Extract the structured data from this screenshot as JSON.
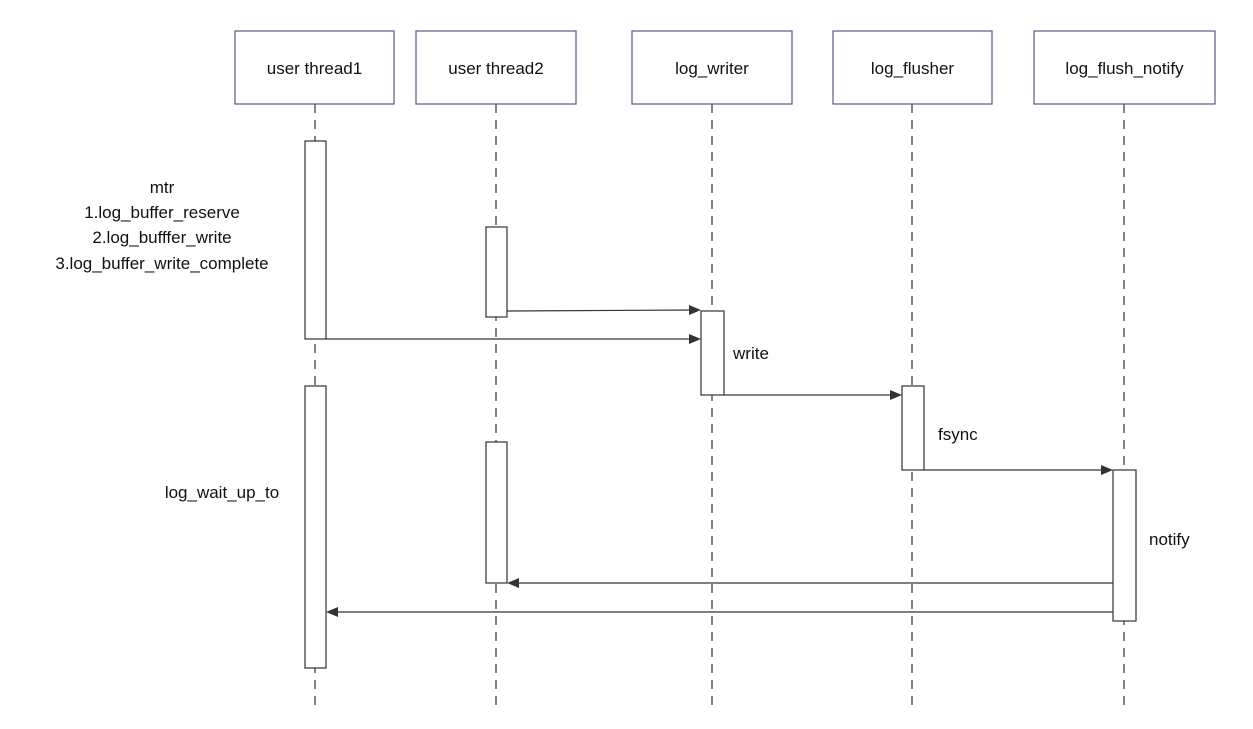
{
  "participants": [
    {
      "id": "p1",
      "label": "user thread1"
    },
    {
      "id": "p2",
      "label": "user thread2"
    },
    {
      "id": "p3",
      "label": "log_writer"
    },
    {
      "id": "p4",
      "label": "log_flusher"
    },
    {
      "id": "p5",
      "label": "log_flush_notify"
    }
  ],
  "notes": {
    "mtr_title": "mtr",
    "mtr_step1": "1.log_buffer_reserve",
    "mtr_step2": "2.log_bufffer_write",
    "mtr_step3": "3.log_buffer_write_complete",
    "wait": "log_wait_up_to",
    "write": "write",
    "fsync": "fsync",
    "notify": "notify"
  },
  "messages": [
    {
      "from": "user thread2",
      "to": "log_writer"
    },
    {
      "from": "user thread1",
      "to": "log_writer"
    },
    {
      "from": "log_writer",
      "to": "log_flusher"
    },
    {
      "from": "log_flusher",
      "to": "log_flush_notify"
    },
    {
      "from": "log_flush_notify",
      "to": "user thread2"
    },
    {
      "from": "log_flush_notify",
      "to": "user thread1"
    }
  ]
}
